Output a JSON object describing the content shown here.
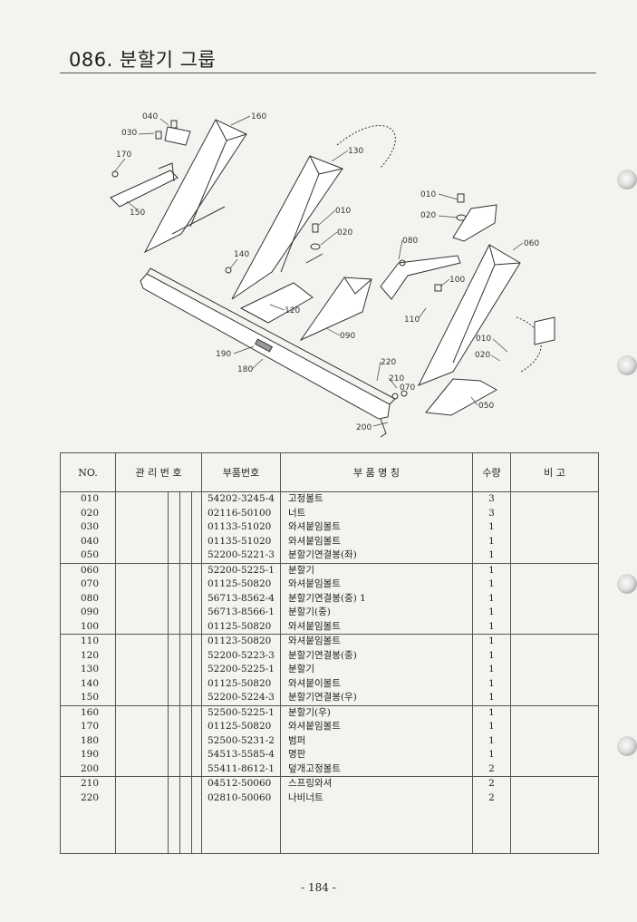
{
  "page": {
    "title": "086. 분할기 그룹",
    "page_number": "- 184 -"
  },
  "diagram": {
    "callouts": [
      "040",
      "030",
      "170",
      "150",
      "160",
      "130",
      "010",
      "020",
      "140",
      "120",
      "090",
      "080",
      "100",
      "110",
      "010",
      "020",
      "060",
      "010",
      "020",
      "190",
      "180",
      "220",
      "210",
      "070",
      "050",
      "200"
    ]
  },
  "table": {
    "headers": {
      "no": "NO.",
      "mgmt": "관 리 번 호",
      "part_no": "부품번호",
      "name": "부   품   명   칭",
      "qty": "수량",
      "remark": "비    고"
    },
    "groups": [
      {
        "rows": [
          {
            "no": "010",
            "part_no": "54202-3245-4",
            "name": "고정볼트",
            "qty": "3"
          },
          {
            "no": "020",
            "part_no": "02116-50100",
            "name": "너트",
            "qty": "3"
          },
          {
            "no": "030",
            "part_no": "01133-51020",
            "name": "와셔붙임볼트",
            "qty": "1"
          },
          {
            "no": "040",
            "part_no": "01135-51020",
            "name": "와셔붙임볼트",
            "qty": "1"
          },
          {
            "no": "050",
            "part_no": "52200-5221-3",
            "name": "분할기연결봉(좌)",
            "qty": "1"
          }
        ]
      },
      {
        "rows": [
          {
            "no": "060",
            "part_no": "52200-5225-1",
            "name": "분할기",
            "qty": "1"
          },
          {
            "no": "070",
            "part_no": "01125-50820",
            "name": "와셔붙임볼트",
            "qty": "1"
          },
          {
            "no": "080",
            "part_no": "56713-8562-4",
            "name": "분할기연결봉(중) 1",
            "qty": "1"
          },
          {
            "no": "090",
            "part_no": "56713-8566-1",
            "name": "분할기(중)",
            "qty": "1"
          },
          {
            "no": "100",
            "part_no": "01125-50820",
            "name": "와셔붙임볼트",
            "qty": "1"
          }
        ]
      },
      {
        "rows": [
          {
            "no": "110",
            "part_no": "01123-50820",
            "name": "와셔붙임볼트",
            "qty": "1"
          },
          {
            "no": "120",
            "part_no": "52200-5223-3",
            "name": "분할기연결봉(중)",
            "qty": "1"
          },
          {
            "no": "130",
            "part_no": "52200-5225-1",
            "name": "분할기",
            "qty": "1"
          },
          {
            "no": "140",
            "part_no": "01125-50820",
            "name": "와셔붙이볼트",
            "qty": "1"
          },
          {
            "no": "150",
            "part_no": "52200-5224-3",
            "name": "분할기연결봉(우)",
            "qty": "1"
          }
        ]
      },
      {
        "rows": [
          {
            "no": "160",
            "part_no": "52500-5225-1",
            "name": "분할기(우)",
            "qty": "1"
          },
          {
            "no": "170",
            "part_no": "01125-50820",
            "name": "와셔붙임볼트",
            "qty": "1"
          },
          {
            "no": "180",
            "part_no": "52500-5231-2",
            "name": "범퍼",
            "qty": "1"
          },
          {
            "no": "190",
            "part_no": "54513-5585-4",
            "name": "명판",
            "qty": "1"
          },
          {
            "no": "200",
            "part_no": "55411-8612-1",
            "name": "덮개고정볼트",
            "qty": "2"
          }
        ]
      },
      {
        "rows": [
          {
            "no": "210",
            "part_no": "04512-50060",
            "name": "스프링와셔",
            "qty": "2"
          },
          {
            "no": "220",
            "part_no": "02810-50060",
            "name": "나비너트",
            "qty": "2"
          }
        ]
      }
    ]
  }
}
